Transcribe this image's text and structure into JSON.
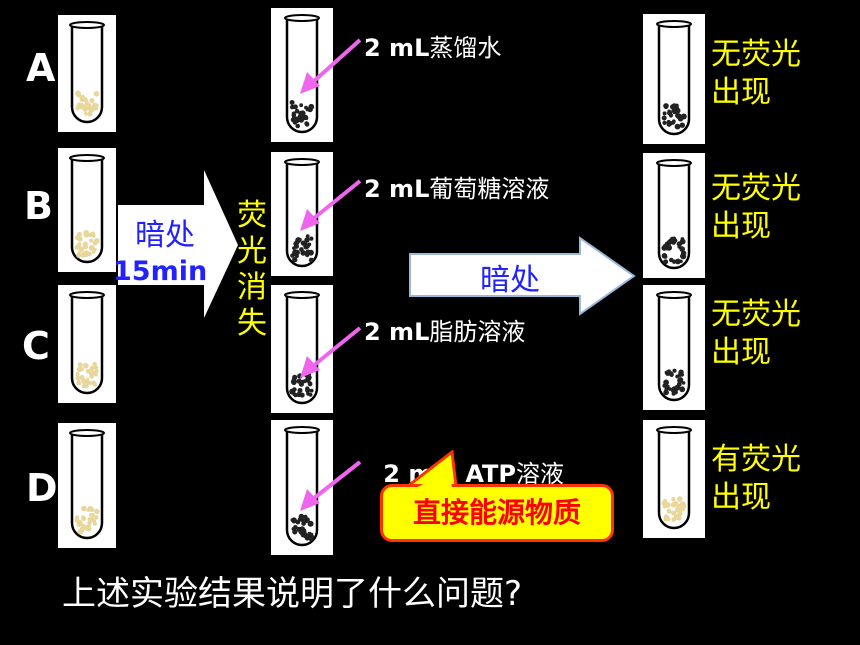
{
  "rows": [
    "A",
    "B",
    "C",
    "D"
  ],
  "dark_step": {
    "label": "暗处",
    "time": "15min"
  },
  "fluorescence_gone": "荧光消失",
  "reagents": [
    {
      "amount": "2 mL",
      "name": "蒸馏水"
    },
    {
      "amount": "2 mL",
      "name": "葡萄糖溶液"
    },
    {
      "amount": "2 mL",
      "name": "脂肪溶液"
    },
    {
      "amount": "2 mL  ATP",
      "name": "溶液"
    }
  ],
  "second_dark": "暗处",
  "results": [
    {
      "line1": "无荧光",
      "line2": "出现"
    },
    {
      "line1": "无荧光",
      "line2": "出现"
    },
    {
      "line1": "无荧光",
      "line2": "出现"
    },
    {
      "line1": "有荧光",
      "line2": "出现"
    }
  ],
  "callout": "直接能源物质",
  "question": "上述实验结果说明了什么问题?",
  "colors": {
    "background": "#000000",
    "result_text": "#ffff00",
    "arrow_fill": "#ffffff",
    "arrow_text": "#2222ff",
    "pointer": "#ee66ee",
    "callout_fill": "#ffff00",
    "callout_text": "#ff0000",
    "yellow_particles": "#e8d69a",
    "dark_particles": "#222222"
  }
}
